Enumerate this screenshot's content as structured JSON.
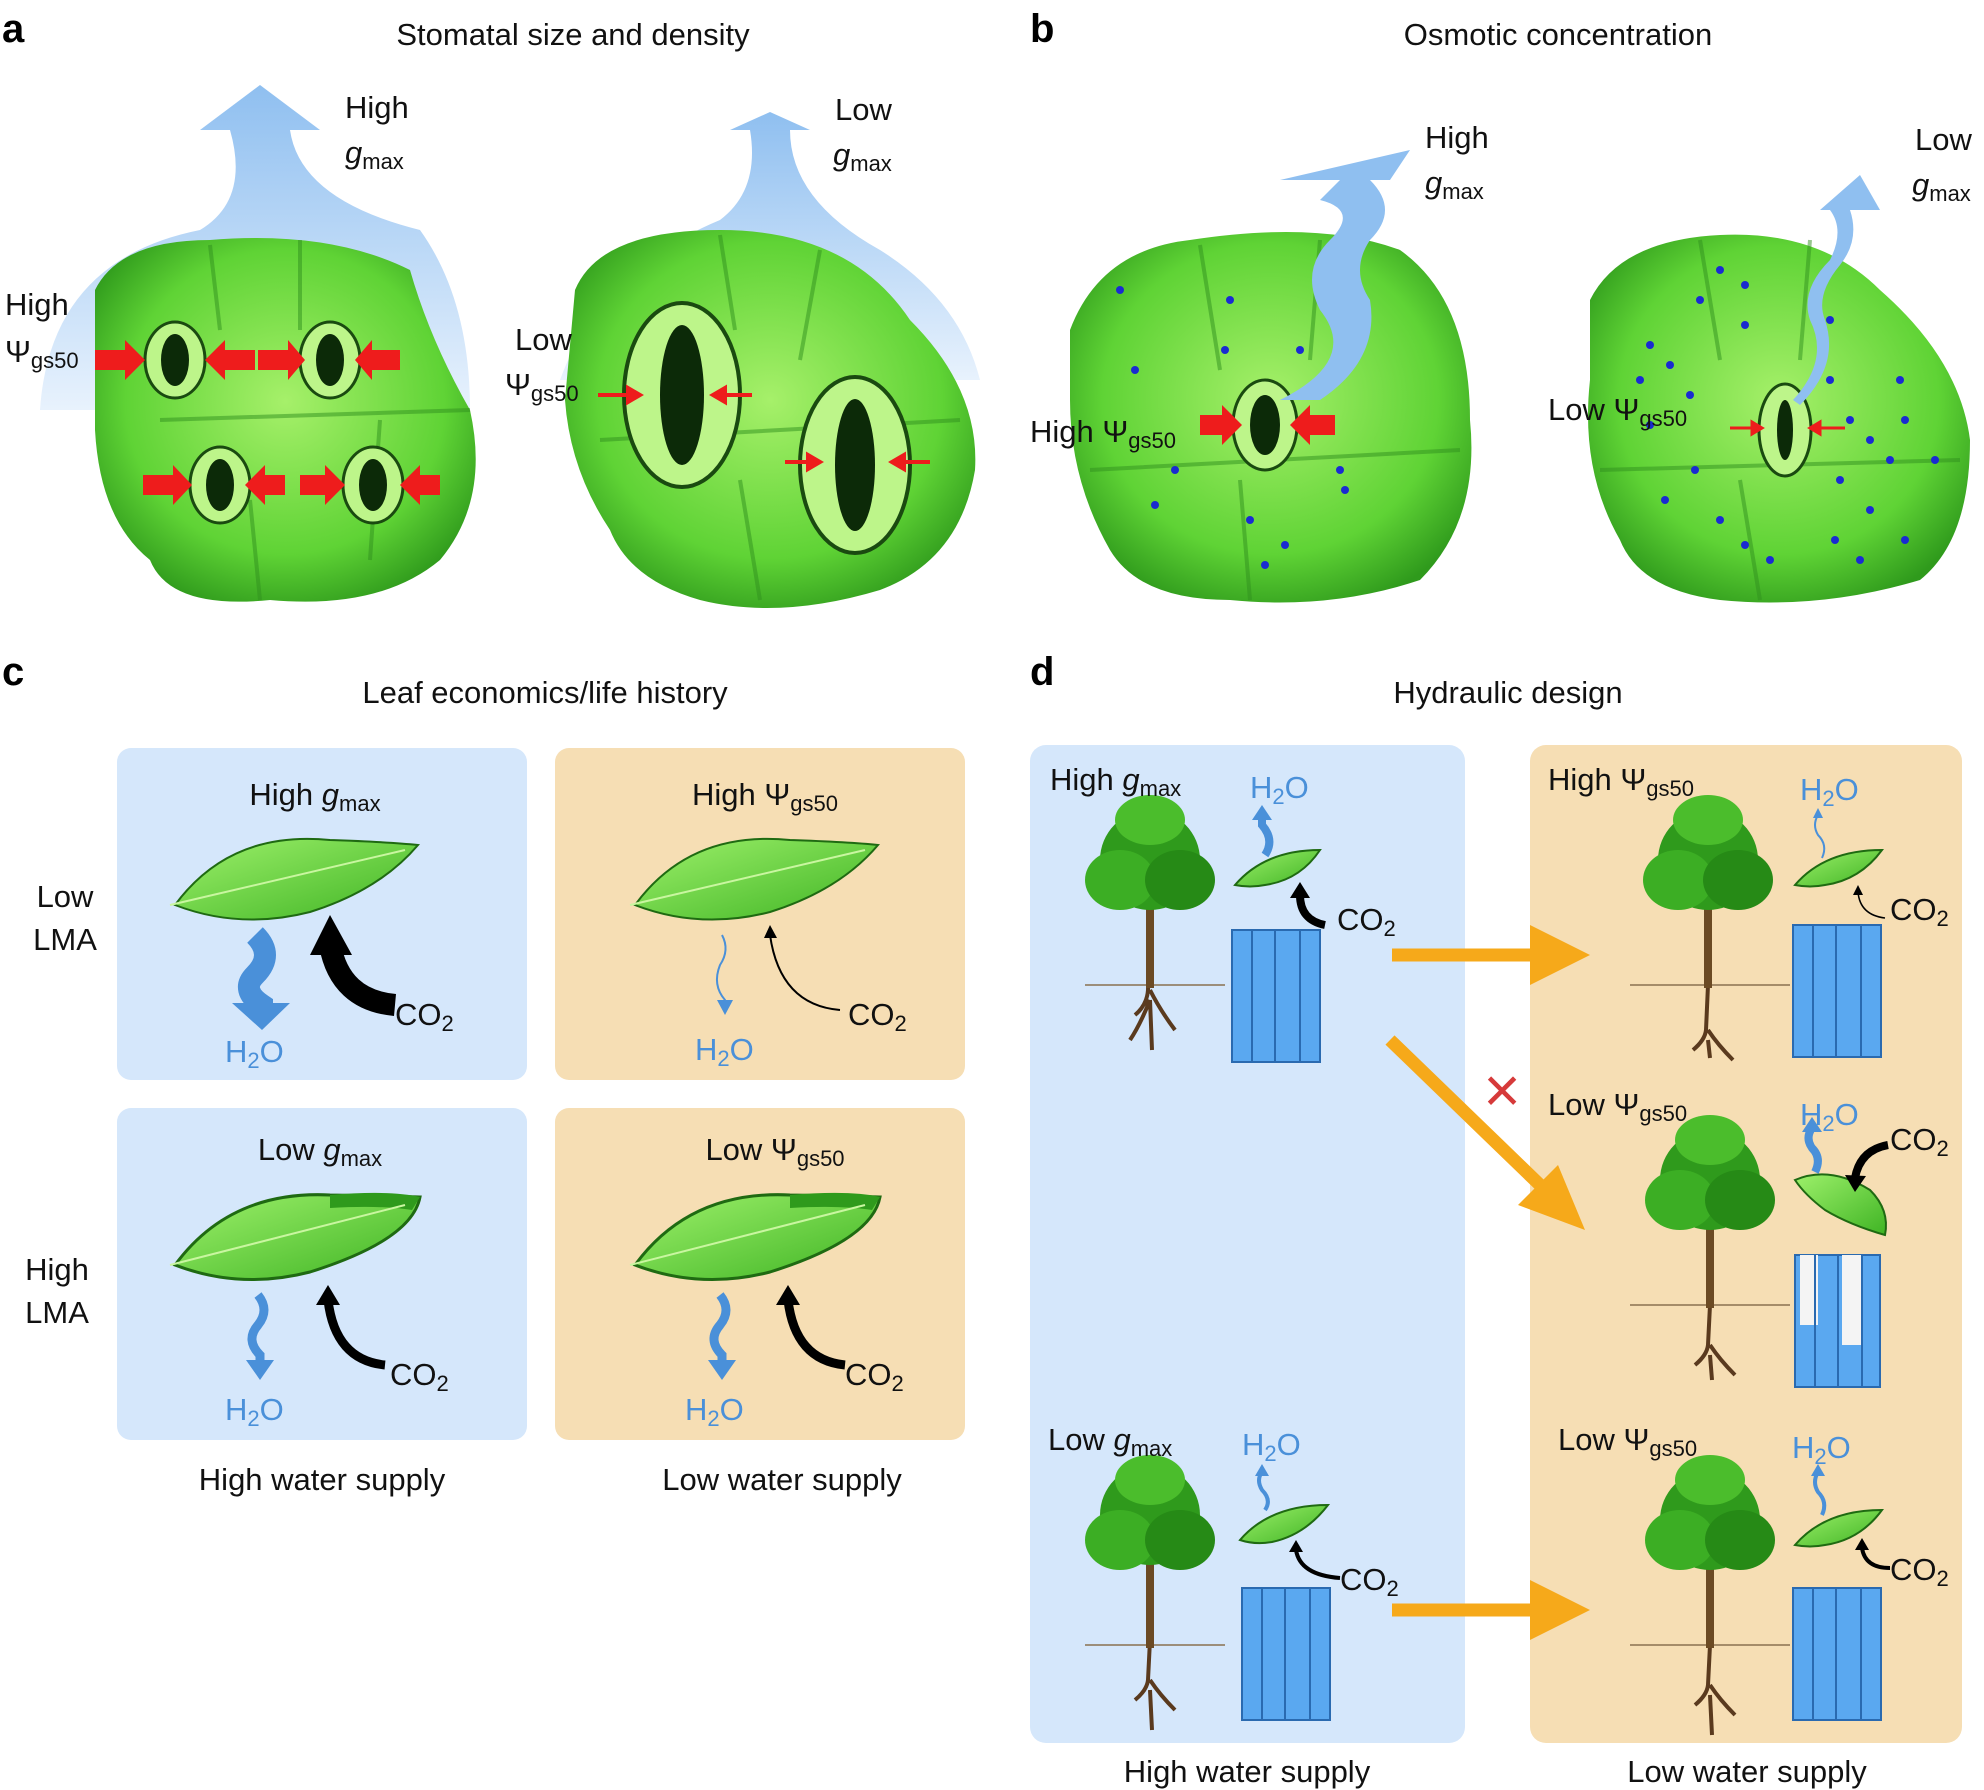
{
  "panels": {
    "a": {
      "letter": "a",
      "title": "Stomatal size and density",
      "left": {
        "g_label_level": "High",
        "g_label_symbol": "g",
        "g_label_sub": "max",
        "psi_label_level": "High",
        "psi_label_symbol": "Ψ",
        "psi_label_sub": "gs50"
      },
      "right": {
        "g_label_level": "Low",
        "g_label_symbol": "g",
        "g_label_sub": "max",
        "psi_label_level": "Low",
        "psi_label_symbol": "Ψ",
        "psi_label_sub": "gs50"
      }
    },
    "b": {
      "letter": "b",
      "title": "Osmotic concentration",
      "left": {
        "g_label_level": "High",
        "g_label_symbol": "g",
        "g_label_sub": "max",
        "psi_label": "High Ψ",
        "psi_label_sub": "gs50"
      },
      "right": {
        "g_label_level": "Low",
        "g_label_symbol": "g",
        "g_label_sub": "max",
        "psi_label": "Low Ψ",
        "psi_label_sub": "gs50"
      }
    },
    "c": {
      "letter": "c",
      "title": "Leaf economics/life history",
      "row_labels": [
        {
          "line1": "Low",
          "line2": "LMA"
        },
        {
          "line1": "High",
          "line2": "LMA"
        }
      ],
      "cells": [
        {
          "label": "High ",
          "symbol": "g",
          "sub": "max"
        },
        {
          "label": "High Ψ",
          "symbol": "",
          "sub": "gs50"
        },
        {
          "label": "Low ",
          "symbol": "g",
          "sub": "max"
        },
        {
          "label": "Low Ψ",
          "symbol": "",
          "sub": "gs50"
        }
      ],
      "h2o": "H",
      "h2o_sub": "2",
      "h2o_end": "O",
      "co2": "CO",
      "co2_sub": "2",
      "footer_left": "High water supply",
      "footer_right": "Low water supply"
    },
    "d": {
      "letter": "d",
      "title": "Hydraulic design",
      "left_rows": [
        {
          "label": "High ",
          "symbol": "g",
          "sub": "max"
        },
        {
          "label": "Low ",
          "symbol": "g",
          "sub": "max"
        }
      ],
      "right_rows": [
        {
          "label": "High Ψ",
          "sub": "gs50"
        },
        {
          "label": "Low Ψ",
          "sub": "gs50"
        },
        {
          "label": "Low Ψ",
          "sub": "gs50"
        }
      ],
      "h2o": "H",
      "h2o_sub": "2",
      "h2o_end": "O",
      "co2": "CO",
      "co2_sub": "2",
      "invalid_mark": "×",
      "footer_left": "High water supply",
      "footer_right": "Low water supply"
    }
  },
  "colors": {
    "blue_panel": "#d5e7fb",
    "tan_panel": "#f6deb4",
    "leaf_green": "#5fd335",
    "cell_green": "#63d43c",
    "arrow_red": "#ee1c1c",
    "arrow_orange": "#f6a91a",
    "water_blue": "#4a90d9",
    "flux_blue": "#8fbff0",
    "cross_red": "#d63a3a",
    "dot_blue": "#1a2bd1"
  }
}
